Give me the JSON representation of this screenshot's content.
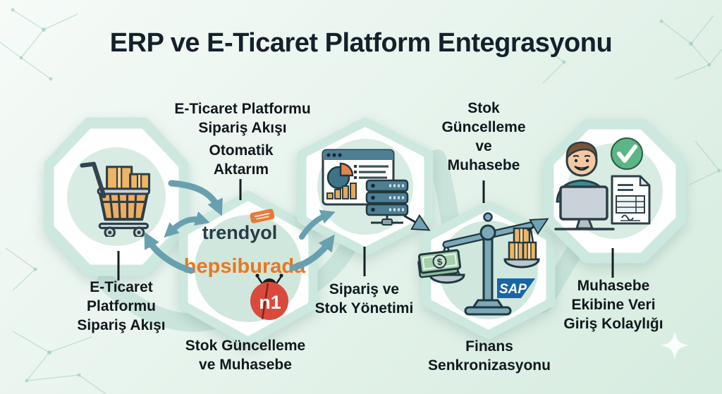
{
  "title": "ERP ve E-Ticaret Platform Entegrasyonu",
  "labels": {
    "flow_top": {
      "lines": [
        "E-Ticaret Platformu",
        "Sipariş Akışı"
      ]
    },
    "auto_transfer": {
      "lines": [
        "Otomatik",
        "Aktarım"
      ]
    },
    "stock_update_top": {
      "lines": [
        "Stok",
        "Güncelleme",
        "ve",
        "Muhasebe"
      ]
    },
    "flow_bottom": {
      "lines": [
        "E-Ticaret",
        "Platformu",
        "Sipariş Akışı"
      ]
    },
    "stock_update_bottom": {
      "lines": [
        "Stok Güncelleme",
        "ve Muhasebe"
      ]
    },
    "order_stock_mgmt": {
      "lines": [
        "Sipariş ve",
        "Stok Yönetimi"
      ]
    },
    "finance_sync": {
      "lines": [
        "Finans",
        "Senkronizasyonu"
      ]
    },
    "easy_entry": {
      "lines": [
        "Muhasebe",
        "Ekibine Veri",
        "Giriş Kolaylığı"
      ]
    }
  },
  "logo_text": {
    "trendyol": "trendyol",
    "hepsiburada": "hepsiburada",
    "n11": "n1",
    "sap": "SAP",
    "dollar": "$"
  },
  "icons": {
    "node1": "shopping-cart-with-boxes-icon",
    "node2_badge": "trendyol-badge-icon",
    "node2_ladybug": "n11-ladybug-icon",
    "node3": "erp-dashboard-servers-icon",
    "node4": "balance-scale-money-boxes-icon",
    "node5": "accountant-at-computer-icon",
    "node5_check": "checkmark-circle-icon",
    "node5_doc": "invoice-document-icon",
    "corner": "network-nodes-pattern",
    "sparkle": "sparkle-icon"
  },
  "colors": {
    "title_text": "#14212b",
    "label_text": "#10181d",
    "hex_ring": "#cde8df",
    "hex_inner_circle": "#d9ece4",
    "arrow_teal": "#69a0af",
    "dark_outline": "#203840",
    "box_orange": "#efb465",
    "hepsiburada_orange": "#e87722",
    "trendyol_dark": "#2a3b47",
    "n11_red": "#d94a3d",
    "sap_blue": "#1766a8",
    "teal_panel": "#4d7f94",
    "check_green": "#5cb585",
    "money_green": "#a5cfae"
  }
}
